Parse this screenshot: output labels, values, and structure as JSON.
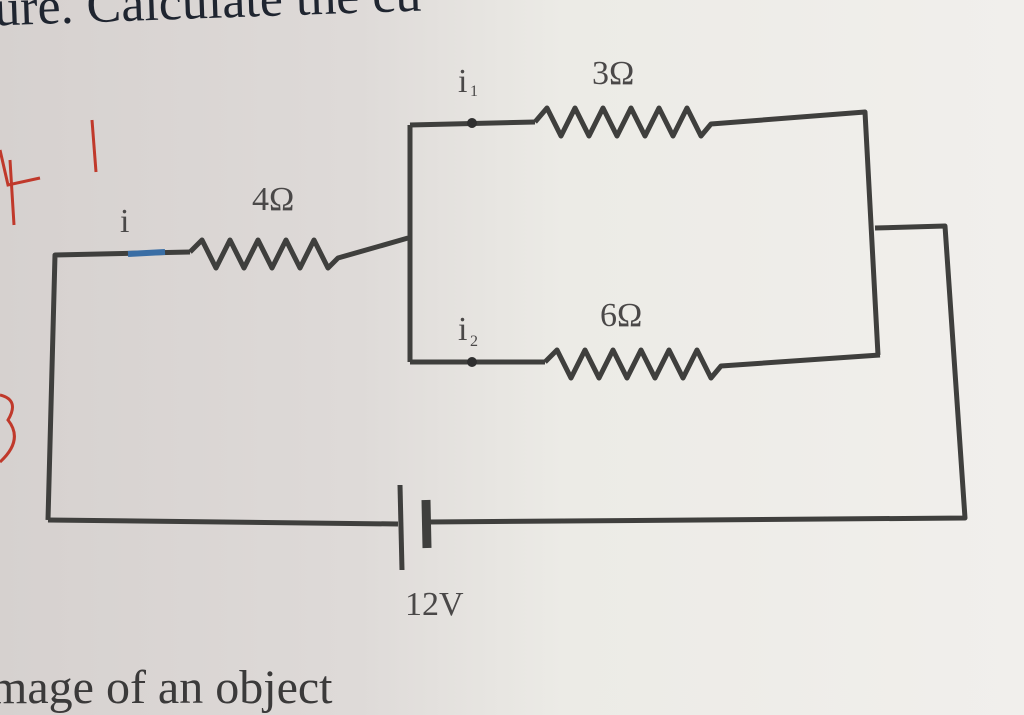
{
  "page": {
    "top_text": "ure. Calculate the cu",
    "bottom_text": "mage of an object"
  },
  "circuit": {
    "current_main": "i",
    "current_branch1": "i",
    "current_branch1_sub": "1",
    "current_branch2": "i",
    "current_branch2_sub": "2",
    "resistor_series": "4Ω",
    "resistor_top": "3Ω",
    "resistor_bottom": "6Ω",
    "battery": "12V"
  },
  "colors": {
    "wire": "#3f3f3d",
    "ink_mark": "#c0392b"
  }
}
